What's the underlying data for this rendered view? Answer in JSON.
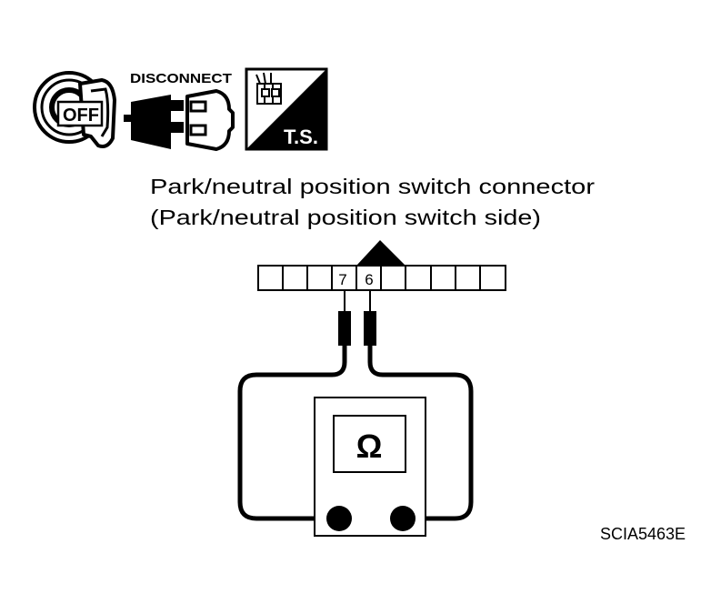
{
  "icons": {
    "key_label": "OFF",
    "disconnect_label": "DISCONNECT",
    "ts_label": "T.S."
  },
  "connector": {
    "title_line1": "Park/neutral position switch connector",
    "title_line2": "(Park/neutral position switch side)",
    "pin_left": "7",
    "pin_right": "6"
  },
  "meter": {
    "symbol": "Ω"
  },
  "figure_code": "SCIA5463E",
  "colors": {
    "ink": "#000000",
    "paper": "#ffffff"
  }
}
